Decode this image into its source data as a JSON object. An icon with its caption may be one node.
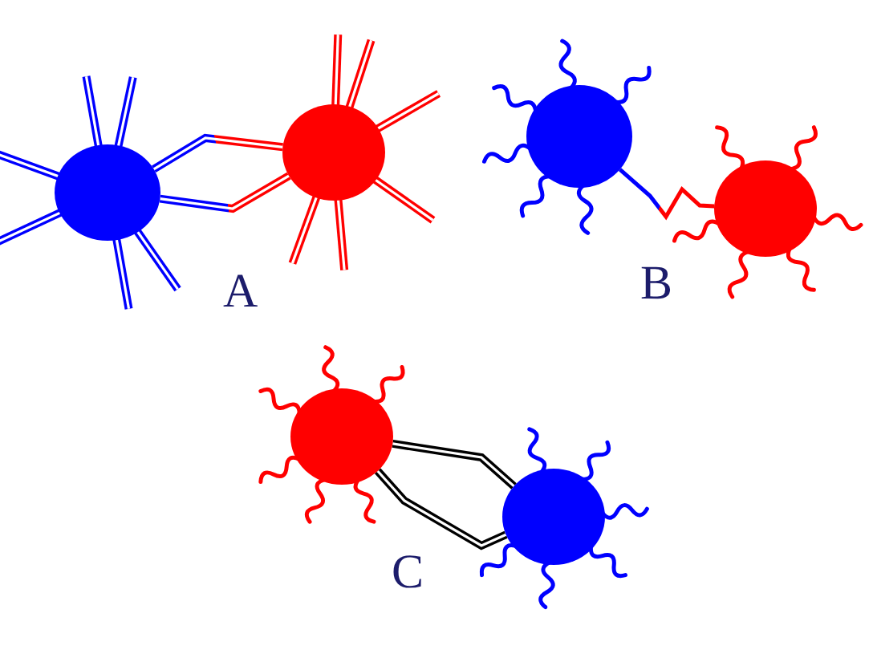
{
  "diagram": {
    "nodes": [
      {
        "text": [],
        "shape": "circle"
      },
      {
        "text": [],
        "shape": "circle"
      },
      {
        "text": [],
        "shape": "circle"
      },
      {
        "text": [],
        "shape": "circle"
      },
      {
        "text": [],
        "shape": "circle"
      },
      {
        "text": [],
        "shape": "circle"
      }
    ],
    "edges": [
      {
        "from": 0,
        "to": 1,
        "arrow": "none"
      },
      {
        "from": 0,
        "to": 1,
        "arrow": "none"
      },
      {
        "from": 2,
        "to": 3,
        "arrow": "none"
      },
      {
        "from": 4,
        "to": 5,
        "arrow": "none",
        "color": "#000000"
      },
      {
        "from": 4,
        "to": 5,
        "arrow": "none",
        "color": "#000000"
      }
    ],
    "labels": [
      "A",
      "B",
      "C"
    ]
  }
}
